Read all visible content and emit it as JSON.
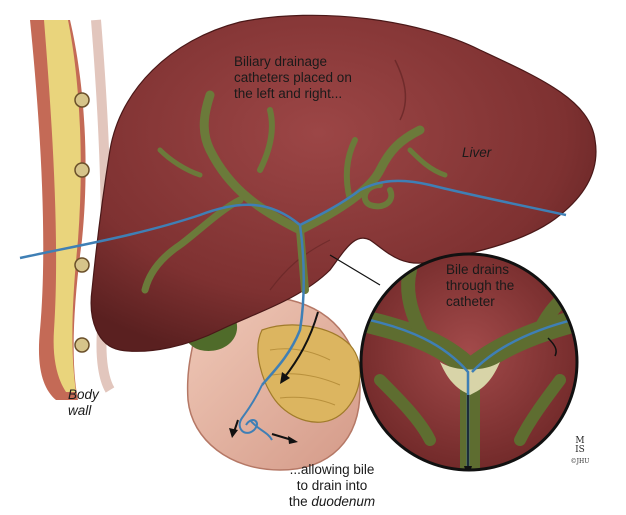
{
  "labels": {
    "catheters": "Biliary drainage\ncatheters placed on\nthe left and right...",
    "liver": "Liver",
    "bile": "Bile drains\nthrough the\ncatheter",
    "body_wall": "Body\nwall",
    "duodenum_prefix": "...allowing bile\nto drain into\nthe ",
    "duodenum_word": "duodenum"
  },
  "signature": {
    "mark": "M\nIS",
    "copyright": "©JHU"
  },
  "colors": {
    "liver": "#8a3a3a",
    "liver_dark": "#5e2222",
    "bile_duct": "#6b7a3a",
    "catheter": "#3f7fb5",
    "body_wall_fat": "#e8d27a",
    "body_wall_muscle": "#b35a4a",
    "stomach": "#e6b8a8",
    "pancreas": "#d9b35a",
    "gallbladder": "#4f6b2a"
  },
  "icons": [
    "arrow-icon",
    "signature-icon"
  ]
}
